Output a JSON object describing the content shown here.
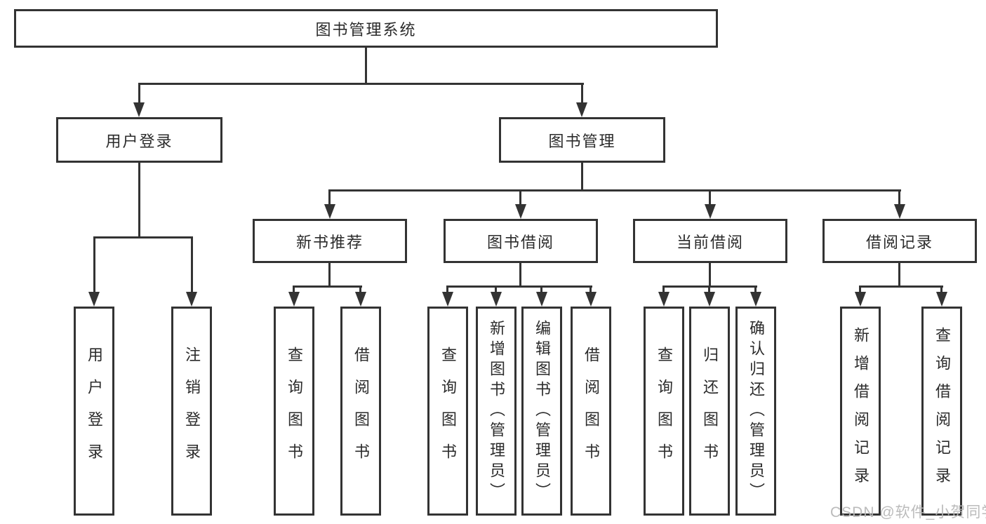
{
  "diagram": {
    "title": "图书管理系统",
    "root": {
      "label": "图书管理系统"
    },
    "level1": {
      "user_login": {
        "label": "用户登录"
      },
      "book_mgmt": {
        "label": "图书管理"
      }
    },
    "level2": {
      "new_book_rec": {
        "label": "新书推荐"
      },
      "book_borrow": {
        "label": "图书借阅"
      },
      "current_borrow": {
        "label": "当前借阅"
      },
      "borrow_record": {
        "label": "借阅记录"
      }
    },
    "leaves": {
      "user_login_leaf": {
        "label": "用户登录",
        "parent": "用户登录"
      },
      "logout": {
        "label": "注销登录",
        "parent": "用户登录"
      },
      "rec_query_books": {
        "label": "查询图书",
        "parent": "新书推荐"
      },
      "rec_borrow_books": {
        "label": "借阅图书",
        "parent": "新书推荐"
      },
      "bor_query_books": {
        "label": "查询图书",
        "parent": "图书借阅"
      },
      "bor_add_books": {
        "label": "新增图书（管理员）",
        "parent": "图书借阅"
      },
      "bor_edit_books": {
        "label": "编辑图书（管理员）",
        "parent": "图书借阅"
      },
      "bor_borrow_books": {
        "label": "借阅图书",
        "parent": "图书借阅"
      },
      "cur_query_books": {
        "label": "查询图书",
        "parent": "当前借阅"
      },
      "cur_return_books": {
        "label": "归还图书",
        "parent": "当前借阅"
      },
      "cur_confirm_return": {
        "label": "确认归还（管理员）",
        "parent": "当前借阅"
      },
      "record_add": {
        "label": "新增借阅记录",
        "parent": "借阅记录"
      },
      "record_query": {
        "label": "查询借阅记录",
        "parent": "借阅记录"
      }
    },
    "watermark": "CSDN @软件_小贺同学",
    "colors": {
      "line": "#333333",
      "text": "#2b2b2b",
      "box_background": "#ffffff",
      "watermark": "#b7b7b7",
      "page_background": "#ffffff"
    }
  }
}
